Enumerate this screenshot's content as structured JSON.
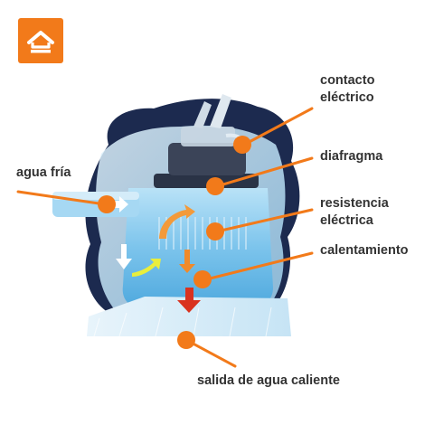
{
  "logo": {
    "icon": "house-check-icon",
    "color": "#f27a1a"
  },
  "labels": {
    "contact": [
      "contacto",
      "eléctrico"
    ],
    "diaphragm": "diafragma",
    "resistance": [
      "resistencia",
      "eléctrica"
    ],
    "heating": "calentamiento",
    "cold_water": "agua fría",
    "hot_water_outlet": "salida de agua caliente"
  },
  "colors": {
    "accent": "#f27a1a",
    "text": "#333333",
    "water_light": "#a9d9f3",
    "water_mid": "#62b6e6",
    "housing_dark": "#1c2a4f"
  }
}
